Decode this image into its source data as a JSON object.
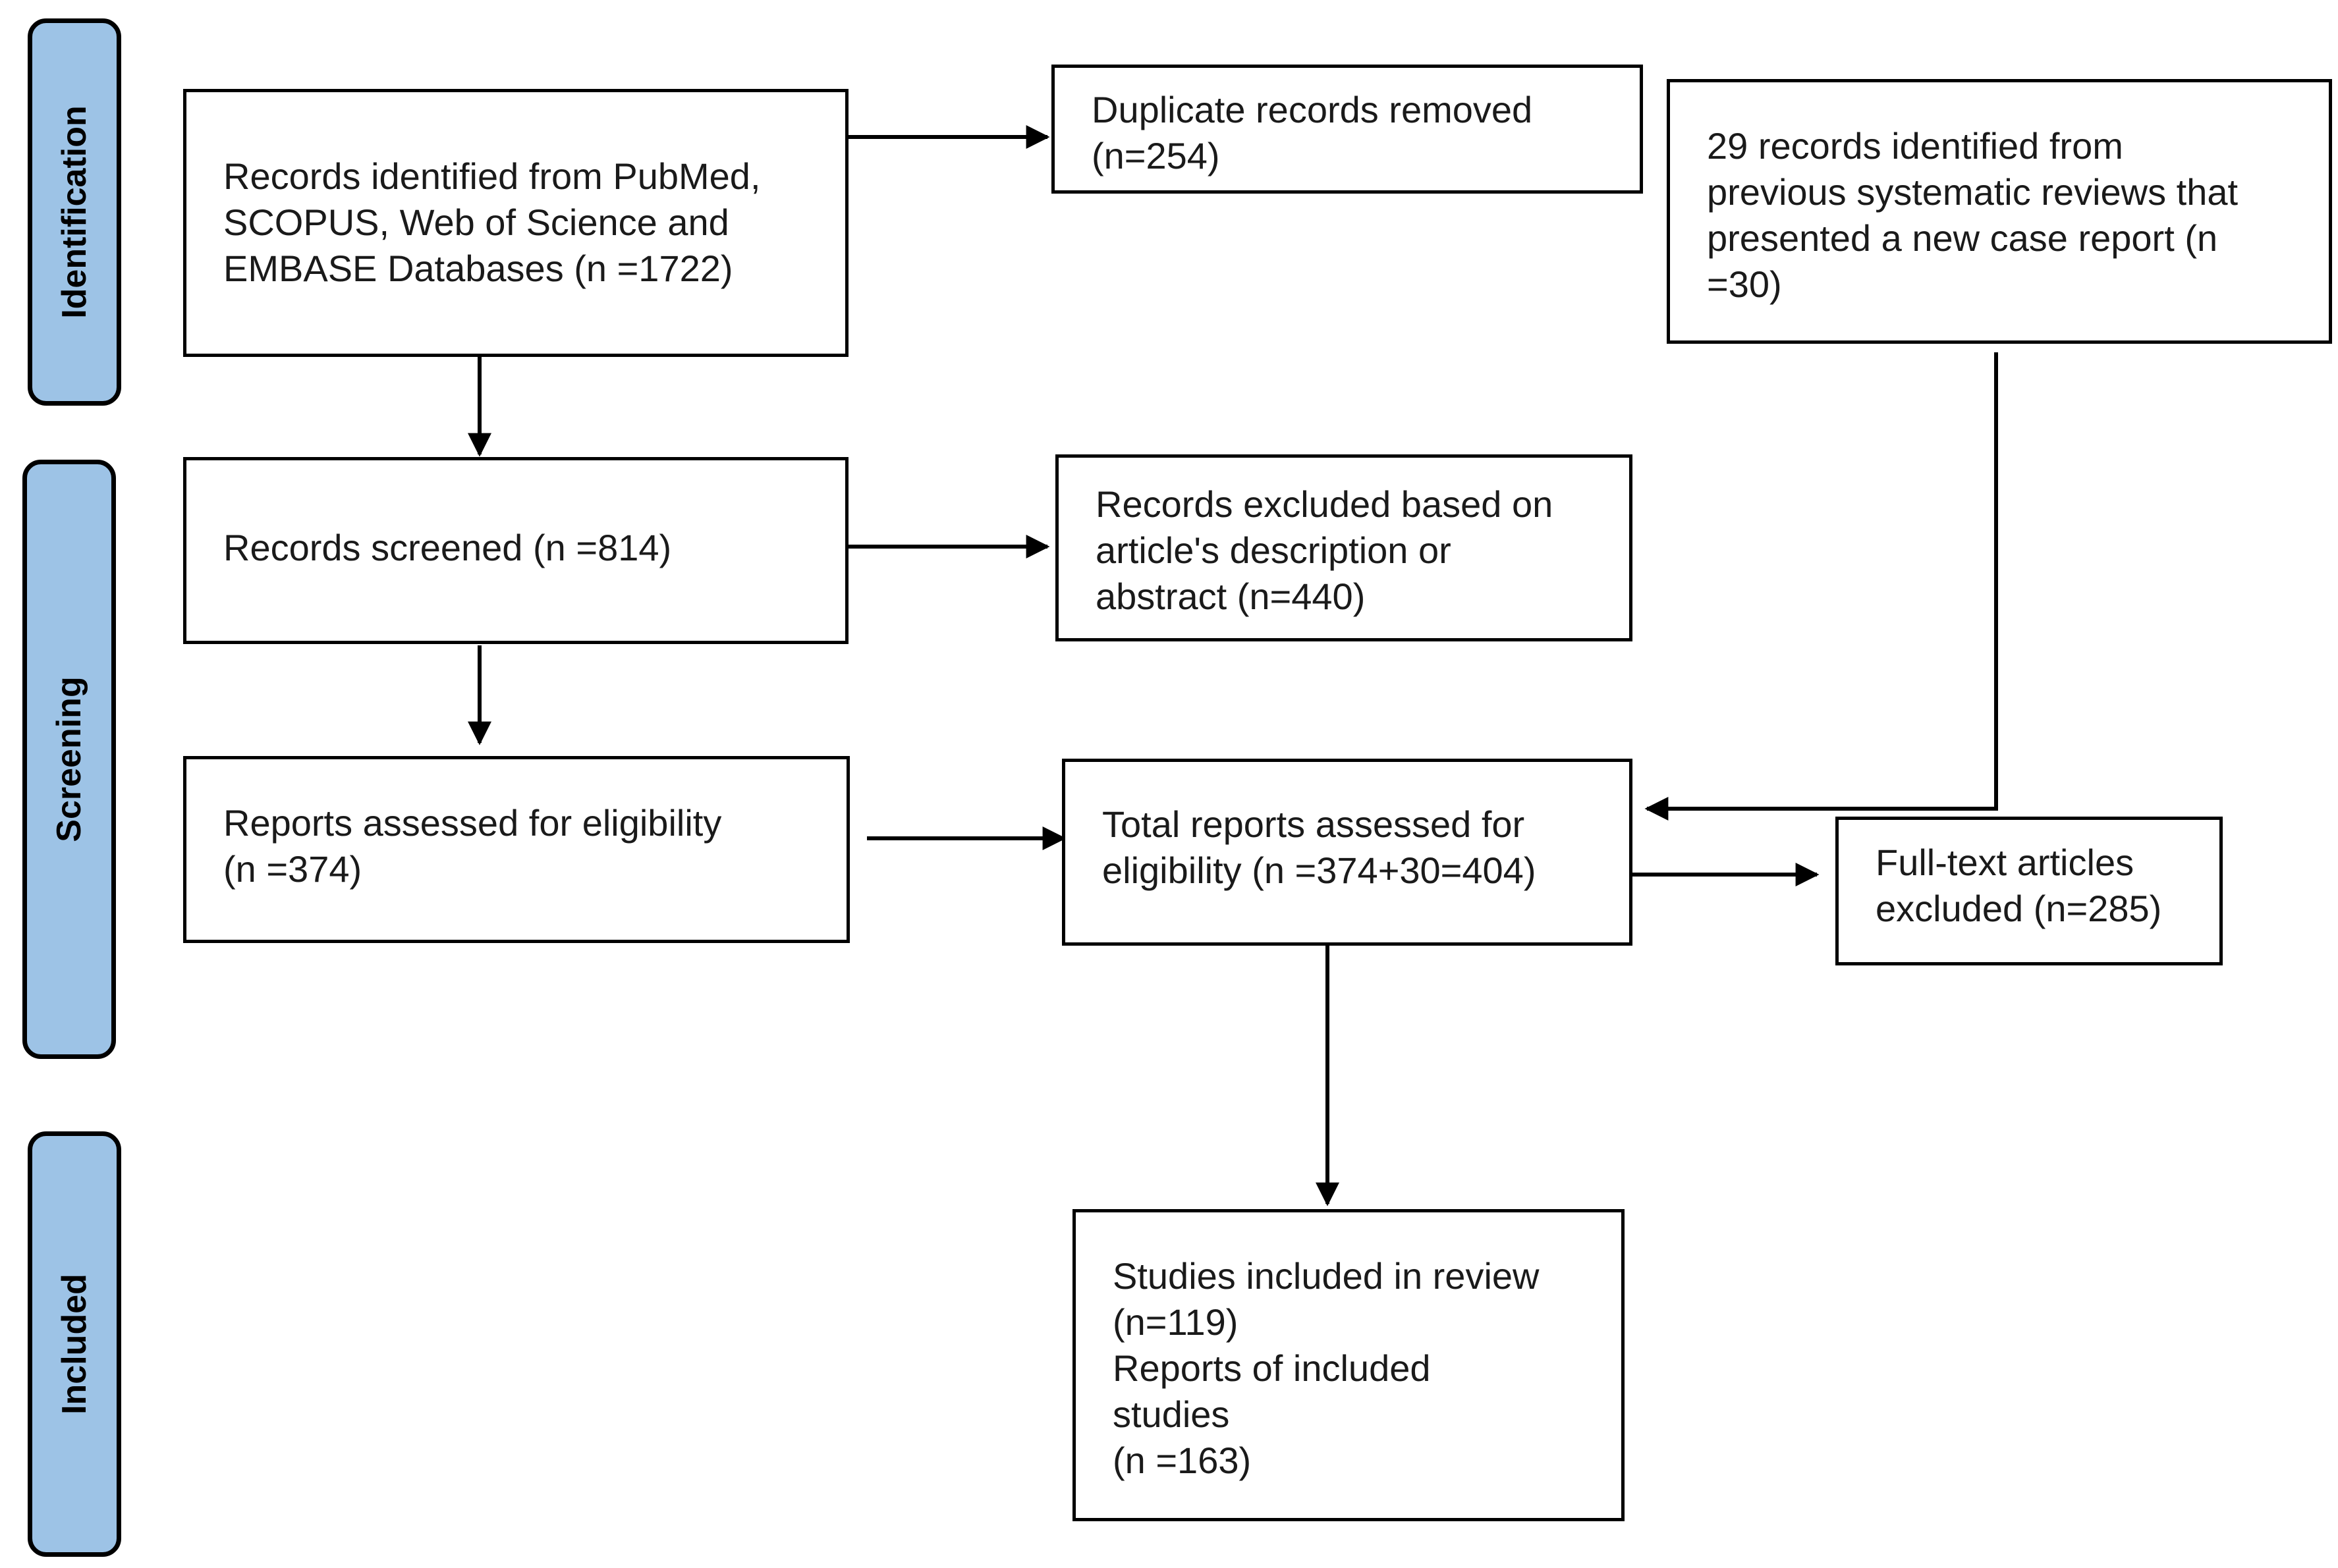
{
  "stages": [
    {
      "id": "identification",
      "label": "Identification"
    },
    {
      "id": "screening",
      "label": "Screening"
    },
    {
      "id": "included",
      "label": "Included"
    }
  ],
  "boxes": {
    "records_identified": {
      "lines": [
        "Records identified from PubMed,",
        "SCOPUS, Web of Science and",
        "EMBASE Databases (n =1722)"
      ]
    },
    "duplicates_removed": {
      "lines": [
        "Duplicate records removed",
        "(n=254)"
      ]
    },
    "previous_reviews": {
      "lines": [
        "29 records identified from",
        "previous systematic reviews that",
        "presented a new case report (n",
        "=30)"
      ]
    },
    "records_screened": {
      "lines": [
        "Records screened (n =814)"
      ]
    },
    "records_excluded": {
      "lines": [
        "Records excluded based on",
        "article's description or",
        "abstract (n=440)"
      ]
    },
    "reports_assessed": {
      "lines": [
        "Reports assessed for eligibility",
        "(n =374)"
      ]
    },
    "total_reports": {
      "lines": [
        "Total reports assessed for",
        "eligibility (n =374+30=404)"
      ]
    },
    "fulltext_excluded": {
      "lines": [
        "Full-text articles",
        "excluded (n=285)"
      ]
    },
    "studies_included": {
      "lines": [
        "Studies included in review",
        "(n=119)",
        "Reports of included",
        "studies",
        "(n =163)"
      ]
    }
  }
}
